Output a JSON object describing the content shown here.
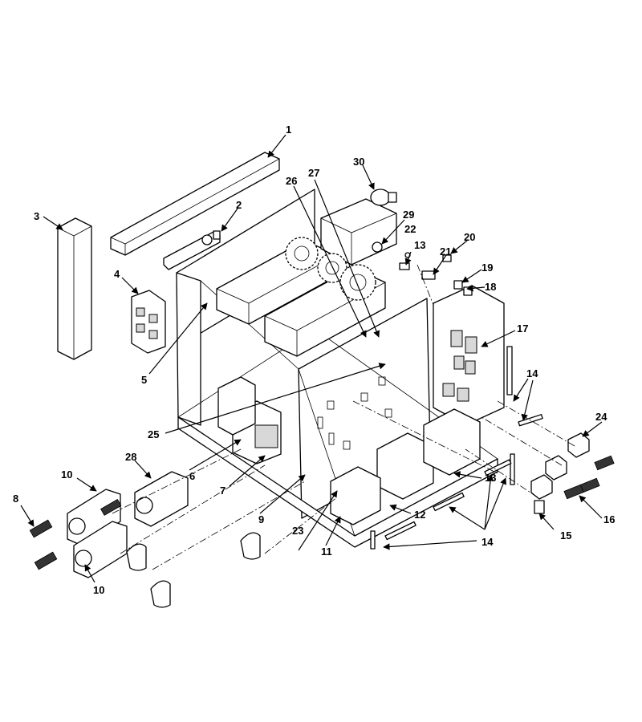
{
  "callouts": [
    {
      "id": "c1",
      "text": "1"
    },
    {
      "id": "c2",
      "text": "2"
    },
    {
      "id": "c3",
      "text": "3"
    },
    {
      "id": "c4",
      "text": "4"
    },
    {
      "id": "c5",
      "text": "5"
    },
    {
      "id": "c6",
      "text": "6"
    },
    {
      "id": "c7",
      "text": "7"
    },
    {
      "id": "c8",
      "text": "8"
    },
    {
      "id": "c9",
      "text": "9"
    },
    {
      "id": "c10a",
      "text": "10"
    },
    {
      "id": "c10b",
      "text": "10"
    },
    {
      "id": "c11",
      "text": "11"
    },
    {
      "id": "c12",
      "text": "12"
    },
    {
      "id": "c13a",
      "text": "13"
    },
    {
      "id": "c13b",
      "text": "13"
    },
    {
      "id": "c14a",
      "text": "14"
    },
    {
      "id": "c14b",
      "text": "14"
    },
    {
      "id": "c15",
      "text": "15"
    },
    {
      "id": "c16",
      "text": "16"
    },
    {
      "id": "c17",
      "text": "17"
    },
    {
      "id": "c18",
      "text": "18"
    },
    {
      "id": "c19",
      "text": "19"
    },
    {
      "id": "c20",
      "text": "20"
    },
    {
      "id": "c21",
      "text": "21"
    },
    {
      "id": "c22",
      "text": "22"
    },
    {
      "id": "c23",
      "text": "23"
    },
    {
      "id": "c24",
      "text": "24"
    },
    {
      "id": "c25",
      "text": "25"
    },
    {
      "id": "c26",
      "text": "26"
    },
    {
      "id": "c27",
      "text": "27"
    },
    {
      "id": "c28",
      "text": "28"
    },
    {
      "id": "c29",
      "text": "29"
    },
    {
      "id": "c30",
      "text": "30"
    }
  ]
}
